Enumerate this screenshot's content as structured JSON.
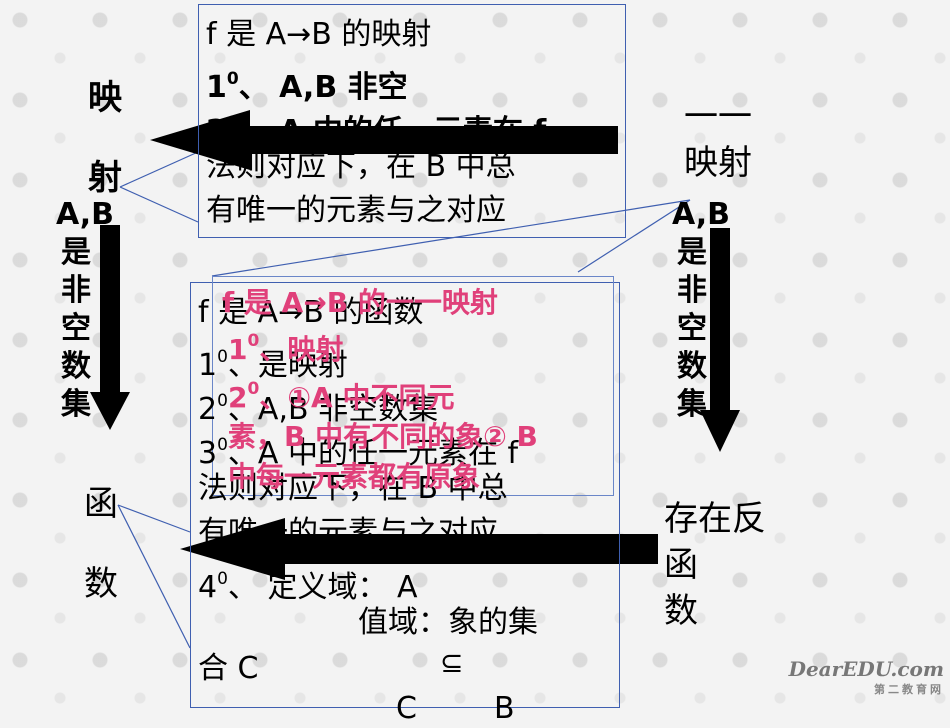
{
  "mapping_box": {
    "title": "f 是 A→B 的映射",
    "cond1_num": "1",
    "cond1_sup": "0",
    "cond1_text": "、 A,B 非空",
    "cond2_num": "2",
    "cond2_sup": "0",
    "cond2_text": "、 A 中的任一元素在 f",
    "line4": "法则对应下，在 B 中总",
    "line5": "有唯一的元素与之对应"
  },
  "function_box": {
    "title": "f 是 A→B 的函数",
    "c1_num": "1",
    "c1_sup": "0",
    "c1_text": "、是映射",
    "c2_num": "2",
    "c2_sup": "0",
    "c2_text": "、A,B 非空数集",
    "c3_num": "3",
    "c3_sup": "0",
    "c3_text": "、A 中的任一元素在 f",
    "line5": "法则对应下，在 B 中总",
    "line6": "有唯一的元素与之对应",
    "c4_num": "4",
    "c4_sup": "0",
    "c4_text": "、  定义域： A",
    "range_line": "值域：象的集",
    "set_c": "合 C",
    "subset_symbol": "⊆",
    "c_letter": "C",
    "b_letter": "B"
  },
  "bijection_overlay": {
    "title": "f 是 A→B 的一一映射",
    "c1_num": "1",
    "c1_sup": "0",
    "c1_text": "、映射",
    "c2_num": "2",
    "c2_sup": "0",
    "c2_text": "、①A 中不同元",
    "line4": "素，B 中有不同的象② B",
    "line5": "中每一元素都有原象"
  },
  "labels": {
    "mapping": "映\n\n射",
    "function": "函\n\n数",
    "bijection": "一一\n映射",
    "inverse": "存在反\n函\n数",
    "left_condition": "A,B\n是\n非\n空\n数\n集",
    "right_condition": "A,B\n是\n非\n空\n数\n集"
  },
  "watermark": {
    "brand": "DearEDU.com",
    "sub": "第二教育网"
  },
  "colors": {
    "box_border": "#3f5fb0",
    "arrow": "#000000",
    "highlight": "#e0407a"
  }
}
